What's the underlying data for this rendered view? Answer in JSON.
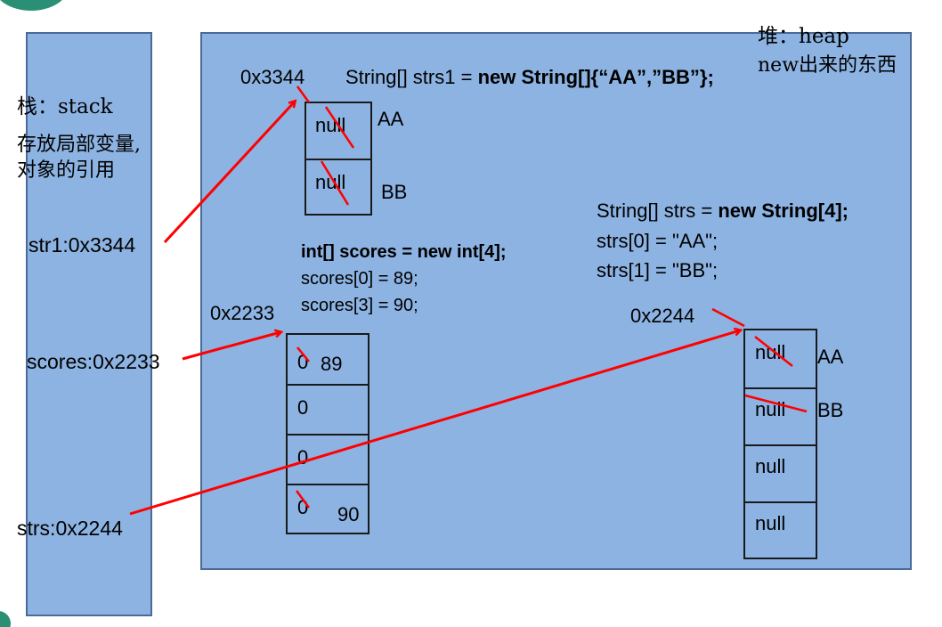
{
  "colors": {
    "panel_fill": "#8db3e2",
    "panel_border": "#4a6a97",
    "arrow": "#ff0000",
    "text": "#000000"
  },
  "stack": {
    "title": "栈：stack",
    "desc_line1": "存放局部变量,",
    "desc_line2": "对象的引用",
    "refs": {
      "str1": "str1:0x3344",
      "scores": "scores:0x2233",
      "strs": "strs:0x2244"
    }
  },
  "heap": {
    "title": "堆：heap",
    "subtitle": "new出来的东西",
    "strs1": {
      "address": "0x3344",
      "code_prefix": "String[] strs1 = ",
      "code_bold": "new String[]{“AA”,”BB”};",
      "cells": [
        "null",
        "null"
      ],
      "new_values": [
        "AA",
        "BB"
      ]
    },
    "scores": {
      "code_line1": "int[] scores = new int[4];",
      "code_line2": "scores[0] = 89;",
      "code_line3": "scores[3] = 90;",
      "address": "0x2233",
      "cells": [
        "0",
        "0",
        "0",
        "0"
      ],
      "new_values": [
        "89",
        "90"
      ]
    },
    "strs": {
      "code_prefix": "String[] strs = ",
      "code_bold": "new String[4];",
      "code_line2": "strs[0] = \"AA\";",
      "code_line3": "strs[1] = \"BB\";",
      "address": "0x2244",
      "cells": [
        "null",
        "null",
        "null",
        "null"
      ],
      "new_values": [
        "AA",
        "BB"
      ]
    }
  }
}
